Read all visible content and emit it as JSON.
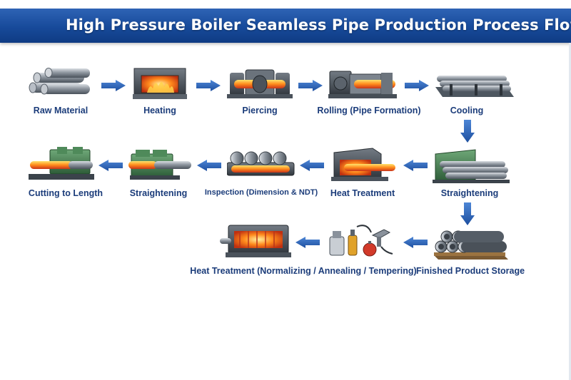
{
  "title": "High Pressure Boiler Seamless Pipe Production Process Flow",
  "colors": {
    "title_bar": "#174a9a",
    "label_text": "#1b3c7a",
    "arrow": "#2a5fae",
    "fire": "#ff7a1a",
    "steel": "#8a929c",
    "machine_green": "#3f7a4c"
  },
  "steps": [
    {
      "label": "Raw Material",
      "icon": "steel-bar-bundle-icon"
    },
    {
      "label": "Heating",
      "icon": "heating-furnace-icon"
    },
    {
      "label": "Piercing",
      "icon": "piercing-mill-icon"
    },
    {
      "label": "Rolling (Pipe Formation)",
      "icon": "rolling-mill-icon"
    },
    {
      "label": "Cooling",
      "icon": "cooling-bed-icon"
    },
    {
      "label": "Straightening",
      "icon": "pipe-straightener-icon"
    },
    {
      "label": "Heat Treatment",
      "icon": "heat-treatment-furnace-icon"
    },
    {
      "label": "Inspection (Dimension & NDT)",
      "icon": "inspection-rollers-icon"
    },
    {
      "label": "Straightening",
      "icon": "straightening-machine-icon"
    },
    {
      "label": "Cutting to Length",
      "icon": "cutting-machine-icon"
    },
    {
      "label": "Finished Product Storage",
      "icon": "pipe-stack-icon"
    },
    {
      "label": "Heat Treatment (Normalizing / Annealing / Tempering)",
      "icon": "heat-treatment-oven-icon"
    }
  ]
}
